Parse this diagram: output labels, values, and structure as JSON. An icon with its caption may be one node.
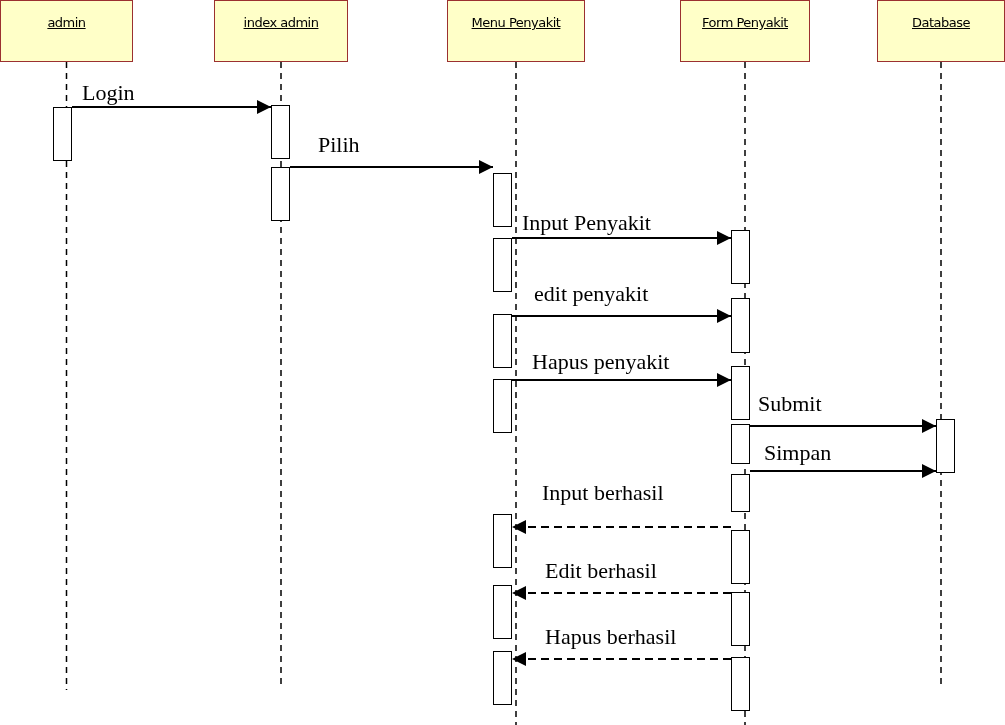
{
  "diagram": {
    "nodes": [
      {
        "text": [
          "admin"
        ]
      },
      {
        "text": [
          "index admin"
        ]
      },
      {
        "text": [
          "Menu Penyakit"
        ]
      },
      {
        "text": [
          "Form Penyakit"
        ]
      },
      {
        "text": [
          "Database"
        ]
      },
      {
        "text": [],
        "shape": "bar"
      },
      {
        "text": [],
        "shape": "bar"
      },
      {
        "text": [],
        "shape": "bar"
      },
      {
        "text": [],
        "shape": "bar"
      },
      {
        "text": [],
        "shape": "bar"
      },
      {
        "text": [],
        "shape": "bar"
      },
      {
        "text": [],
        "shape": "bar"
      },
      {
        "text": [],
        "shape": "bar"
      },
      {
        "text": [],
        "shape": "bar"
      },
      {
        "text": [],
        "shape": "bar"
      },
      {
        "text": [],
        "shape": "bar"
      },
      {
        "text": [],
        "shape": "bar"
      },
      {
        "text": [],
        "shape": "bar"
      },
      {
        "text": [],
        "shape": "bar"
      },
      {
        "text": [],
        "shape": "bar"
      },
      {
        "text": [],
        "shape": "bar"
      },
      {
        "text": [],
        "shape": "bar"
      },
      {
        "text": [],
        "shape": "bar"
      },
      {
        "text": [],
        "shape": "bar"
      }
    ],
    "edges": [
      {
        "from": 5,
        "to": 6,
        "arrow": "to",
        "label": "Login"
      },
      {
        "from": 7,
        "to": 8,
        "arrow": "to",
        "label": "Pilih"
      },
      {
        "from": 9,
        "to": 15,
        "arrow": "to",
        "label": "Input Penyakit"
      },
      {
        "from": 10,
        "to": 16,
        "arrow": "to",
        "label": "edit penyakit"
      },
      {
        "from": 11,
        "to": 17,
        "arrow": "to",
        "label": "Hapus penyakit"
      },
      {
        "from": 18,
        "to": 23,
        "arrow": "to",
        "label": "Submit"
      },
      {
        "from": 18,
        "to": 23,
        "arrow": "to",
        "label": "Simpan"
      },
      {
        "from": 20,
        "to": 12,
        "arrow": "to",
        "label": "Input berhasil",
        "style": "dashed"
      },
      {
        "from": 21,
        "to": 13,
        "arrow": "to",
        "label": "Edit berhasil",
        "style": "dashed"
      },
      {
        "from": 22,
        "to": 14,
        "arrow": "to",
        "label": "Hapus berhasil",
        "style": "dashed"
      }
    ]
  }
}
